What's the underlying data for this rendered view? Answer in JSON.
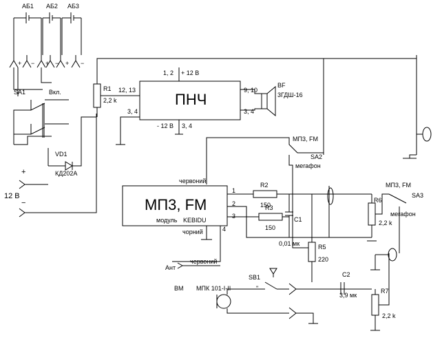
{
  "batteries": [
    "АБ1",
    "АБ2",
    "АБ3"
  ],
  "polarity": {
    "plus": "+",
    "minus": "−"
  },
  "switch_sa1": {
    "ref": "SA1",
    "label": "Вкл."
  },
  "diode": {
    "ref": "VD1",
    "part": "КД202А"
  },
  "supply_input": "12 В",
  "pot_r1": {
    "ref": "R1",
    "value": "2,2 k"
  },
  "amp": {
    "title": "ПНЧ",
    "pins_power": "1, 2",
    "plus_supply": "+ 12 В",
    "pins_in": "12, 13",
    "pins_gnd_left": "3, 4",
    "pins_out": "9, 10",
    "pins_out2": "3, 4",
    "minus_supply": "- 12 В",
    "pins_bottom": "3, 4"
  },
  "speaker": {
    "ref": "BF",
    "part": "3ГДШ-16"
  },
  "switch_sa2": {
    "ref": "SA2",
    "pos_a": "МП3, FM",
    "pos_b": "мегафон"
  },
  "module": {
    "title": "МП3, FM",
    "sub_a": "модуль",
    "sub_b": "KEBIDU",
    "wire_red": "червоний",
    "wire_black": "чорний",
    "pin1": "1",
    "pin2": "2",
    "pin3": "3",
    "pin4": "4"
  },
  "r2": {
    "ref": "R2",
    "value": "150"
  },
  "r3": {
    "ref": "R3",
    "value": "150"
  },
  "c1": {
    "ref": "C1",
    "value": "0,01 мк"
  },
  "r5": {
    "ref": "R5",
    "value": "220"
  },
  "r6": {
    "ref": "R6",
    "value": "2,2 k"
  },
  "switch_sa3": {
    "ref": "SA3",
    "pos_a": "МП3, FM",
    "pos_b": "мегафон"
  },
  "antenna": {
    "label": "Ант",
    "wire": "червоний"
  },
  "sb1": {
    "ref": "SB1",
    "mark": "\""
  },
  "mic": {
    "ref": "ВМ",
    "part": "МПК 101-І-ІІ"
  },
  "c2": {
    "ref": "C2",
    "value": "3,9 мк"
  },
  "r7": {
    "ref": "R7",
    "value": "2,2 k"
  }
}
